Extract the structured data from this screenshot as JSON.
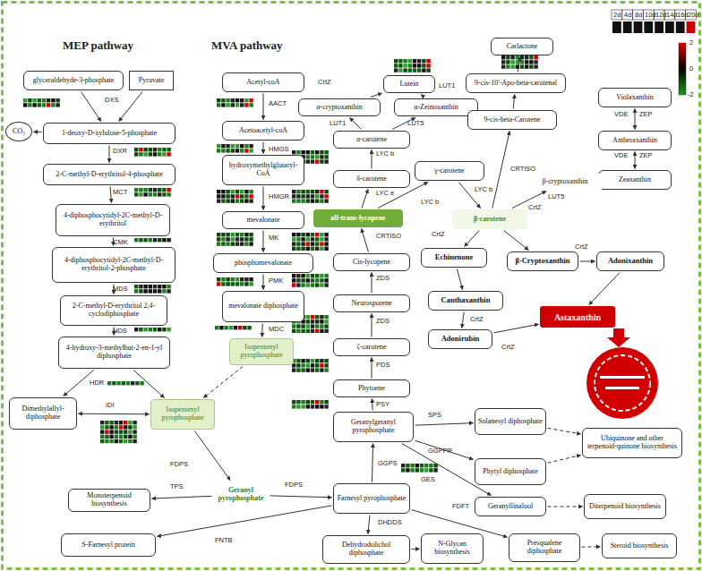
{
  "diagram": {
    "nodes": [
      {
        "text": [
          "glyceraldehyde-3-phosphate"
        ]
      },
      {
        "text": [
          "Pyruvate"
        ]
      },
      {
        "text": [
          "CO₂"
        ]
      },
      {
        "text": [
          "1-deoxy-D-xylulose-5-phosphate"
        ]
      },
      {
        "text": [
          "2-C-methyl-D-erythritol-4-phosphate"
        ]
      },
      {
        "text": [
          "4-diphosphocytidyl-2C-methyl-D-erythritol"
        ]
      },
      {
        "text": [
          "4-diphosphocytidyl-2C-methyl-D-erythritol-2-phosphate"
        ]
      },
      {
        "text": [
          "2-C-methyl-D-erythritol 2,4-cyclodiphosphate"
        ]
      },
      {
        "text": [
          "4-hydroxy-3-methylbut-2-en-1-yl diphosphate"
        ]
      },
      {
        "text": [
          "Dimethylallyl-diphosphate"
        ]
      },
      {
        "text": [
          "Isopentenyl pyrophosphate"
        ]
      },
      {
        "text": [
          "Monoterpenoid biosynthesis"
        ]
      },
      {
        "text": [
          "Geranyl pyrophosphate"
        ]
      },
      {
        "text": [
          "S-Farnesyl protein"
        ]
      },
      {
        "text": [
          "Acetyl-coA"
        ]
      },
      {
        "text": [
          "Acetoacetyl-coA"
        ]
      },
      {
        "text": [
          "hydroxymethylglutaryl-CoA"
        ]
      },
      {
        "text": [
          "mevalonate"
        ]
      },
      {
        "text": [
          "phosphomevalonate"
        ]
      },
      {
        "text": [
          "mevalonate diphosphate"
        ]
      },
      {
        "text": [
          "Isopentenyl pyrophosphate"
        ]
      },
      {
        "text": [
          "Lutein"
        ]
      },
      {
        "text": [
          "α-cryptoxanthin"
        ]
      },
      {
        "text": [
          "α-Zeinoxanthin"
        ]
      },
      {
        "text": [
          "α-carotene"
        ]
      },
      {
        "text": [
          "δ-carotene"
        ]
      },
      {
        "text": [
          "all-trans-lycopene"
        ]
      },
      {
        "text": [
          "Cis-lycopene"
        ]
      },
      {
        "text": [
          "Neurosporene"
        ]
      },
      {
        "text": [
          "ζ-carotene"
        ]
      },
      {
        "text": [
          "Phytoene"
        ]
      },
      {
        "text": [
          "Geranylgeranyl pyrophosphate"
        ]
      },
      {
        "text": [
          "Farnesyl pyrophosphate"
        ]
      },
      {
        "text": [
          "Dehydrodolichol diphosphate"
        ]
      },
      {
        "text": [
          "N-Glycan biosynthesis"
        ]
      },
      {
        "text": [
          "Presqualene diphosphate"
        ]
      },
      {
        "text": [
          "Steroid biosynthesis"
        ]
      },
      {
        "text": [
          "Geranyllinalool"
        ]
      },
      {
        "text": [
          "Diterpenoid biosynthesis"
        ]
      },
      {
        "text": [
          "Phytyl diphosphate"
        ]
      },
      {
        "text": [
          "Solanesyl diphosphate"
        ]
      },
      {
        "text": [
          "Ubiquinone and other terpenoid-quinone biosynthesis"
        ]
      },
      {
        "text": [
          "γ-carotene"
        ]
      },
      {
        "text": [
          "β-carotene"
        ]
      },
      {
        "text": [
          "Carlactone"
        ]
      },
      {
        "text": [
          "9-cis-10'-Apo-beta-carotenal"
        ]
      },
      {
        "text": [
          "9-cis-beta-Carotene"
        ]
      },
      {
        "text": [
          "Violaxanthin"
        ]
      },
      {
        "text": [
          "Antheraxanthin"
        ]
      },
      {
        "text": [
          "Zeaxanthin"
        ]
      },
      {
        "text": [
          "β-cryptoxanthin"
        ]
      },
      {
        "text": [
          "Echinenone"
        ]
      },
      {
        "text": [
          "β-Cryptoxanthin"
        ]
      },
      {
        "text": [
          "Adonixanthin"
        ]
      },
      {
        "text": [
          "Canthaxanthin"
        ]
      },
      {
        "text": [
          "Adonirubin"
        ]
      },
      {
        "text": [
          "Astaxanthin"
        ]
      }
    ],
    "edges": [
      {
        "from": 0,
        "to": 3,
        "arrow": "to"
      },
      {
        "from": 1,
        "to": 3,
        "arrow": "to"
      },
      {
        "from": 3,
        "to": 2,
        "arrow": "to"
      },
      {
        "from": 3,
        "to": 4,
        "arrow": "to"
      },
      {
        "from": 4,
        "to": 5,
        "arrow": "to"
      },
      {
        "from": 5,
        "to": 6,
        "arrow": "to"
      },
      {
        "from": 6,
        "to": 7,
        "arrow": "to"
      },
      {
        "from": 7,
        "to": 8,
        "arrow": "to"
      },
      {
        "from": 8,
        "to": 9,
        "arrow": "to"
      },
      {
        "from": 8,
        "to": 10,
        "arrow": "to"
      },
      {
        "from": 9,
        "to": 10,
        "arrow": "both"
      },
      {
        "from": 20,
        "to": 10,
        "arrow": "to"
      },
      {
        "from": 14,
        "to": 15,
        "arrow": "to"
      },
      {
        "from": 15,
        "to": 16,
        "arrow": "to"
      },
      {
        "from": 16,
        "to": 17,
        "arrow": "to"
      },
      {
        "from": 17,
        "to": 18,
        "arrow": "to"
      },
      {
        "from": 18,
        "to": 19,
        "arrow": "to"
      },
      {
        "from": 19,
        "to": 20,
        "arrow": "to"
      },
      {
        "from": 10,
        "to": 12,
        "arrow": "to"
      },
      {
        "from": 12,
        "to": 11,
        "arrow": "to"
      },
      {
        "from": 12,
        "to": 32,
        "arrow": "to"
      },
      {
        "from": 32,
        "to": 13,
        "arrow": "to"
      },
      {
        "from": 32,
        "to": 31,
        "arrow": "to"
      },
      {
        "from": 32,
        "to": 33,
        "arrow": "to"
      },
      {
        "from": 33,
        "to": 34,
        "arrow": "to"
      },
      {
        "from": 32,
        "to": 35,
        "arrow": "to"
      },
      {
        "from": 35,
        "to": 36,
        "arrow": "to"
      },
      {
        "from": 31,
        "to": 40,
        "arrow": "to"
      },
      {
        "from": 40,
        "to": 41,
        "arrow": "to"
      },
      {
        "from": 31,
        "to": 39,
        "arrow": "to"
      },
      {
        "from": 39,
        "to": 41,
        "arrow": "to"
      },
      {
        "from": 31,
        "to": 37,
        "arrow": "to"
      },
      {
        "from": 37,
        "to": 38,
        "arrow": "to"
      },
      {
        "from": 31,
        "to": 30,
        "arrow": "to"
      },
      {
        "from": 30,
        "to": 29,
        "arrow": "to"
      },
      {
        "from": 29,
        "to": 28,
        "arrow": "to"
      },
      {
        "from": 28,
        "to": 27,
        "arrow": "to"
      },
      {
        "from": 27,
        "to": 26,
        "arrow": "to"
      },
      {
        "from": 26,
        "to": 25,
        "arrow": "to"
      },
      {
        "from": 25,
        "to": 24,
        "arrow": "to"
      },
      {
        "from": 24,
        "to": 22,
        "arrow": "to"
      },
      {
        "from": 24,
        "to": 23,
        "arrow": "to"
      },
      {
        "from": 22,
        "to": 21,
        "arrow": "to"
      },
      {
        "from": 23,
        "to": 21,
        "arrow": "to"
      },
      {
        "from": 26,
        "to": 42,
        "arrow": "to"
      },
      {
        "from": 42,
        "to": 43,
        "arrow": "to"
      },
      {
        "from": 43,
        "to": 46,
        "arrow": "to"
      },
      {
        "from": 46,
        "to": 45,
        "arrow": "to"
      },
      {
        "from": 45,
        "to": 44,
        "arrow": "to"
      },
      {
        "from": 43,
        "to": 50,
        "arrow": "to"
      },
      {
        "from": 50,
        "to": 49,
        "arrow": "to"
      },
      {
        "from": 49,
        "to": 48,
        "arrow": "both"
      },
      {
        "from": 48,
        "to": 47,
        "arrow": "both"
      },
      {
        "from": 43,
        "to": 51,
        "arrow": "to"
      },
      {
        "from": 43,
        "to": 52,
        "arrow": "to"
      },
      {
        "from": 51,
        "to": 54,
        "arrow": "to"
      },
      {
        "from": 52,
        "to": 53,
        "arrow": "to"
      },
      {
        "from": 54,
        "to": 55,
        "arrow": "to"
      },
      {
        "from": 55,
        "to": 56,
        "arrow": "to"
      },
      {
        "from": 53,
        "to": 56,
        "arrow": "to"
      }
    ],
    "labels": [
      "MEP pathway",
      "MVA pathway",
      "DXS",
      "DXR",
      "MCT",
      "CMK",
      "MDS",
      "HDS",
      "HDR",
      "IDI",
      "FDPS",
      "FDPS",
      "TPS",
      "FNTB",
      "GGPS",
      "DHDDS",
      "FDFT",
      "SPS",
      "GGPPR",
      "GES",
      "AACT",
      "HMGS",
      "HMGR",
      "MK",
      "PMK",
      "MDC",
      "LUT1",
      "CrtZ",
      "LUT1",
      "LUT5",
      "LYC b",
      "LYC e",
      "CRTISO",
      "ZDS",
      "ZDS",
      "PDS",
      "PSY",
      "LYC b",
      "LYC b",
      "CRTISO",
      "LUT5",
      "CrtZ",
      "VDE",
      "ZEP",
      "VDE",
      "ZEP",
      "CrtZ",
      "CrtZ",
      "CrtZ",
      "CrtZ",
      "2d",
      "4d",
      "8d",
      "10d",
      "12d",
      "14d",
      "16d",
      "20d",
      "2",
      "0",
      "-2"
    ]
  }
}
